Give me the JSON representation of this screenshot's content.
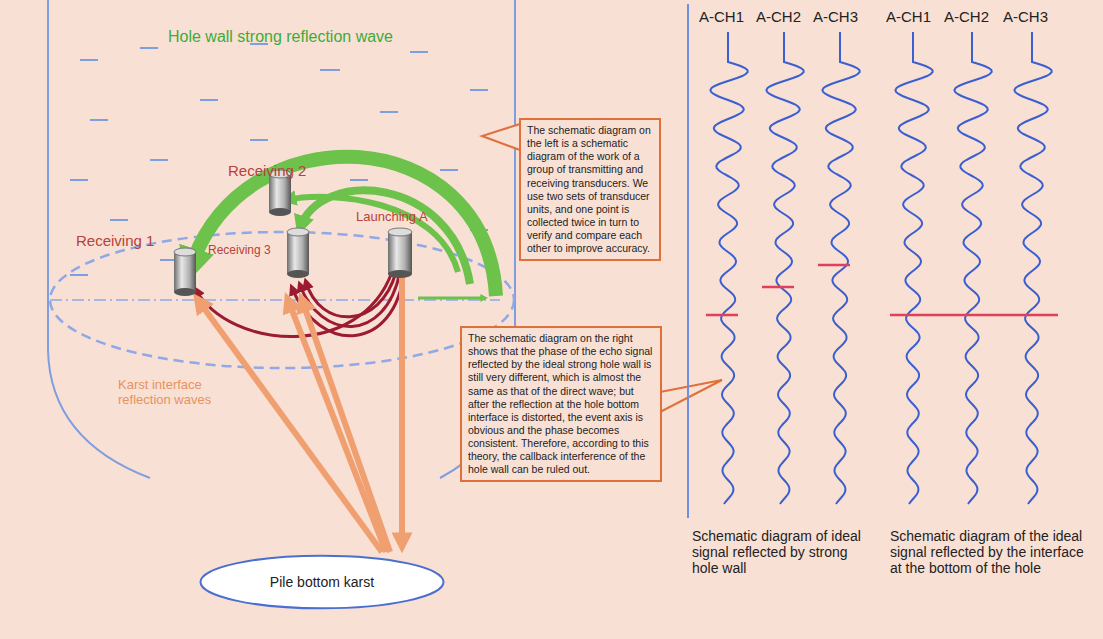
{
  "diagram": {
    "nodes": [
      {
        "text": [
          "The schematic diagram on the left is a schematic diagram of the work of a group of transmitting and receiving transducers. We use two sets of transducer units, and one point is collected twice in turn to verify and compare each other to improve accuracy."
        ]
      },
      {
        "text": [
          "The schematic diagram on the right shows that the phase of the echo signal reflected by the ideal strong hole wall is still very different, which is almost the same as that of the direct wave; but after the reflection at the hole bottom interface is distorted, the event axis is obvious and the phase becomes consistent. Therefore, according to this theory, the callback interference of the hole wall can be ruled out."
        ]
      },
      {
        "text": [
          "Pile bottom karst"
        ]
      }
    ],
    "labels": [
      "Hole wall strong reflection wave",
      "Receiving 2",
      "Receiving 1",
      "Receiving 3",
      "Launching A",
      "Karst interface reflection waves",
      "A-CH1",
      "A-CH2",
      "A-CH3",
      "A-CH1",
      "A-CH2",
      "A-CH3",
      "Schematic diagram of ideal signal reflected by strong hole wall",
      "Schematic diagram of the ideal signal reflected by the interface at the bottom of the hole"
    ]
  }
}
